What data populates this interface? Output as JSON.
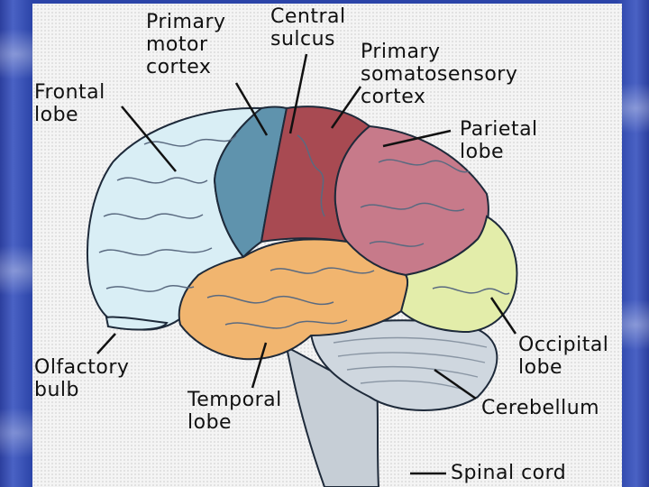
{
  "labels": {
    "primary_motor_cortex": "Primary\nmotor\ncortex",
    "central_sulcus": "Central\nsulcus",
    "primary_somatosensory_cortex": "Primary\nsomatosensory\ncortex",
    "frontal_lobe": "Frontal\nlobe",
    "parietal_lobe": "Parietal\nlobe",
    "olfactory_bulb": "Olfactory\nbulb",
    "temporal_lobe": "Temporal\nlobe",
    "occipital_lobe": "Occipital\nlobe",
    "cerebellum": "Cerebellum",
    "spinal_cord": "Spinal cord"
  },
  "colors": {
    "frontal": "#d9eef5",
    "motor": "#5f93ad",
    "somatosensory": "#a84a52",
    "parietal": "#c77a8a",
    "occipital": "#e3edaa",
    "temporal": "#f1b56f",
    "cerebellum": "#cfd7df",
    "brainstem": "#c6ced6",
    "outline": "#1e2a3a",
    "background_blue": "#2b44a8"
  }
}
